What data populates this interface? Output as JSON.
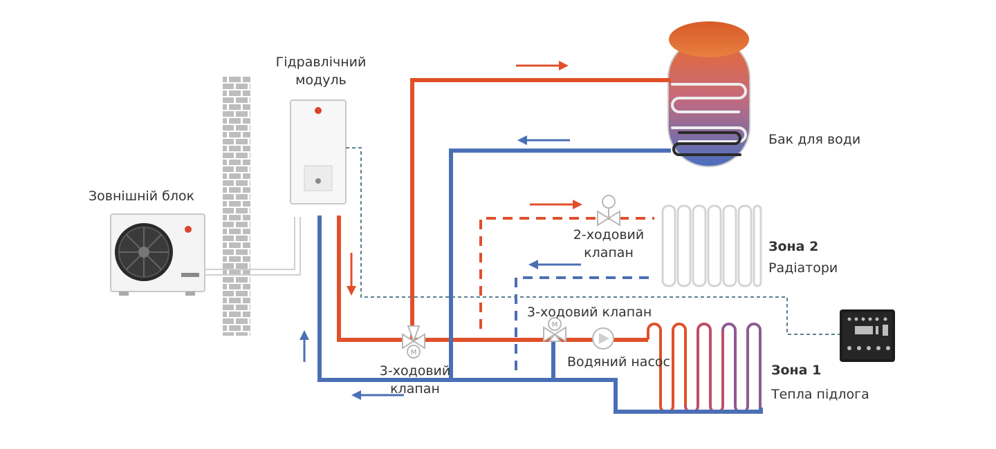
{
  "labels": {
    "outdoor_unit": "Зовнішній блок",
    "hydraulic_module_l1": "Гідравлічний",
    "hydraulic_module_l2": "модуль",
    "water_tank": "Бак для води",
    "zone2_title": "Зона 2",
    "zone2_sub": "Радіатори",
    "valve2_l1": "2-ходовий",
    "valve2_l2": "клапан",
    "valve3_right": "3-ходовий клапан",
    "water_pump": "Водяний насос",
    "valve3_left_l1": "3-ходовий",
    "valve3_left_l2": "клапан",
    "zone1_title": "Зона 1",
    "zone1_sub": "Тепла підлога"
  },
  "colors": {
    "hot": "#e0502a",
    "cold": "#4a6fb5",
    "control": "#5a7e8e",
    "appliance": "#c8c8c8",
    "brick": "#bdbdbd",
    "text": "#333333"
  },
  "icons": {
    "valve": "three-way-valve-icon",
    "pump": "pump-icon",
    "thermostat": "thermostat-icon"
  }
}
